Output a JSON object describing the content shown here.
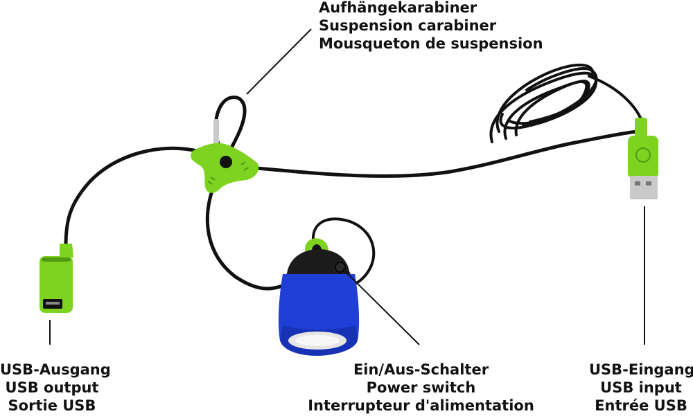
{
  "colors": {
    "cable": "#111111",
    "connector_green": "#7ed321",
    "connector_green_dark": "#4f9a12",
    "lamp_blue": "#1f3fd6",
    "lamp_blue_dark": "#142a9e",
    "lamp_cap": "#1b1b1b",
    "lens": "#e6e6e6",
    "metal": "#c9c9c9",
    "leader_line": "#111111"
  },
  "labels": {
    "carabiner": {
      "de": "Aufhängekarabiner",
      "en": "Suspension carabiner",
      "fr": "Mousqueton de suspension"
    },
    "usb_output": {
      "de": "USB-Ausgang",
      "en": "USB output",
      "fr": "Sortie USB"
    },
    "power_switch": {
      "de": "Ein/Aus-Schalter",
      "en": "Power switch",
      "fr": "Interrupteur d'alimentation"
    },
    "usb_input": {
      "de": "USB-Eingang",
      "en": "USB input",
      "fr": "Entrée USB"
    }
  }
}
